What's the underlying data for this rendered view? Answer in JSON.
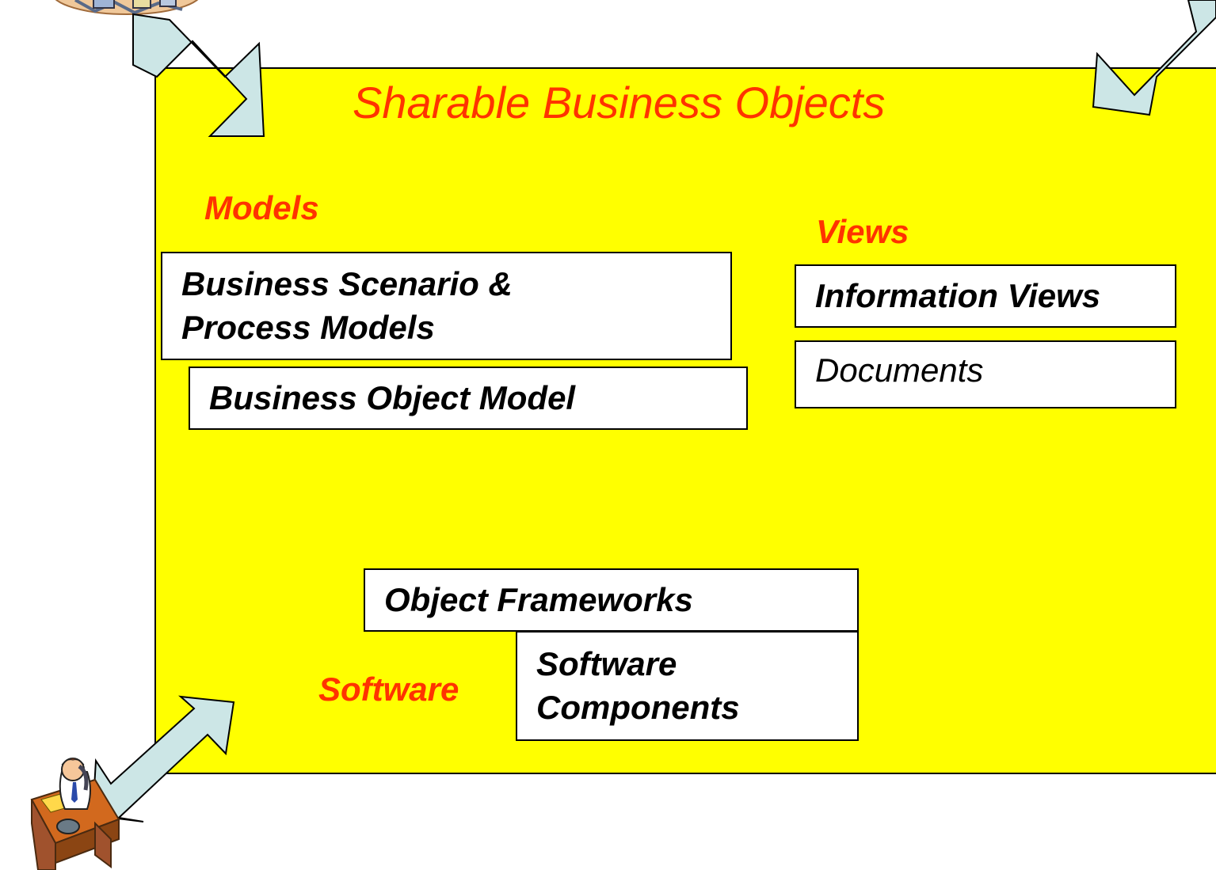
{
  "diagram": {
    "title": "Sharable Business Objects",
    "sections": {
      "models": "Models",
      "views": "Views",
      "software": "Software"
    },
    "boxes": {
      "business_scenario_line1": "Business Scenario &",
      "business_scenario_line2": "Process Models",
      "business_object_model": "Business Object Model",
      "information_views": "Information Views",
      "documents": "Documents",
      "object_frameworks": "Object Frameworks",
      "software_components_line1": "Software",
      "software_components_line2": "Components"
    },
    "colors": {
      "panel": "#ffff00",
      "label": "#ff3300",
      "arrow": "#cce6e6",
      "box": "#ffffff"
    },
    "icons": [
      "people-clipart-icon",
      "person-at-desk-phone-icon"
    ]
  }
}
